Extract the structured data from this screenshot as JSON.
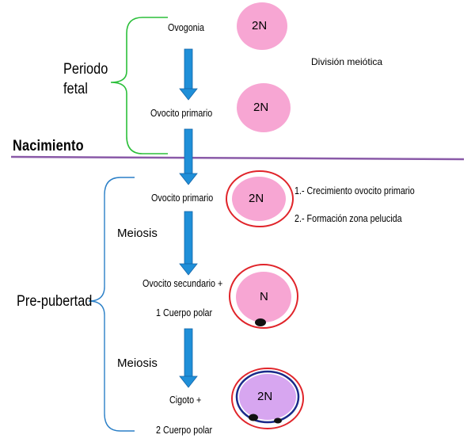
{
  "labels": {
    "periodo_fetal_line1": "Periodo",
    "periodo_fetal_line2": "fetal",
    "nacimiento": "Nacimiento",
    "pre_pubertad": "Pre-pubertad",
    "division_meiotica": "División meiótica",
    "meiosis_1": "Meiosis",
    "meiosis_2": "Meiosis"
  },
  "stages": [
    {
      "name": "Ovogonia",
      "cell": "2N"
    },
    {
      "name": "Ovocito primario",
      "cell": "2N"
    },
    {
      "name": "Ovocito primario",
      "cell": "2N"
    },
    {
      "name_line1": "Ovocito secundario +",
      "name_line2": "1 Cuerpo polar",
      "cell": "N"
    },
    {
      "name_line1": "Cigoto +",
      "name_line2": "2 Cuerpo polar",
      "cell": "2N"
    }
  ],
  "notes": [
    "1.- Crecimiento ovocito primario",
    "2.- Formación zona pelucida"
  ],
  "colors": {
    "cell_fill": "#f7a6d3",
    "zygote_fill": "#d7a6f0",
    "arrow": "#1f8fd8",
    "arrow_edge": "#1565a8",
    "fetal_brace": "#2bbf3a",
    "prepub_brace": "#2a7fc7",
    "divider": "#8a5aa8",
    "ring": "#e0242a",
    "zygote_ring": "#1a2a8a"
  }
}
